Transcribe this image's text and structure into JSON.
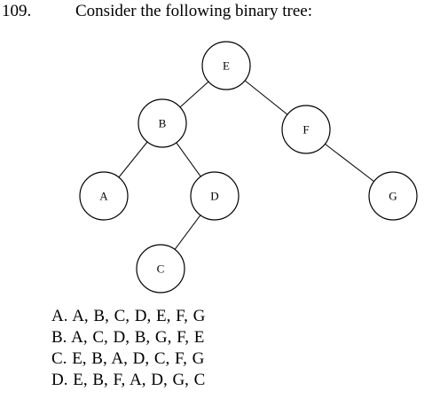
{
  "question": {
    "number": "109.",
    "text": "Consider the following binary tree:"
  },
  "tree": {
    "nodes": [
      {
        "id": "E",
        "label": "E"
      },
      {
        "id": "B",
        "label": "B"
      },
      {
        "id": "F",
        "label": "F"
      },
      {
        "id": "A",
        "label": "A"
      },
      {
        "id": "D",
        "label": "D"
      },
      {
        "id": "G",
        "label": "G"
      },
      {
        "id": "C",
        "label": "C"
      }
    ],
    "edges": [
      {
        "from": "E",
        "to": "B"
      },
      {
        "from": "E",
        "to": "F"
      },
      {
        "from": "B",
        "to": "A"
      },
      {
        "from": "B",
        "to": "D"
      },
      {
        "from": "F",
        "to": "G"
      },
      {
        "from": "D",
        "to": "C"
      }
    ]
  },
  "options": [
    {
      "letter": "A.",
      "text": "A, B, C, D, E, F, G"
    },
    {
      "letter": "B.",
      "text": "A, C, D, B, G, F, E"
    },
    {
      "letter": "C.",
      "text": "E, B, A, D, C, F, G"
    },
    {
      "letter": "D.",
      "text": "E, B, F, A, D, G, C"
    }
  ]
}
